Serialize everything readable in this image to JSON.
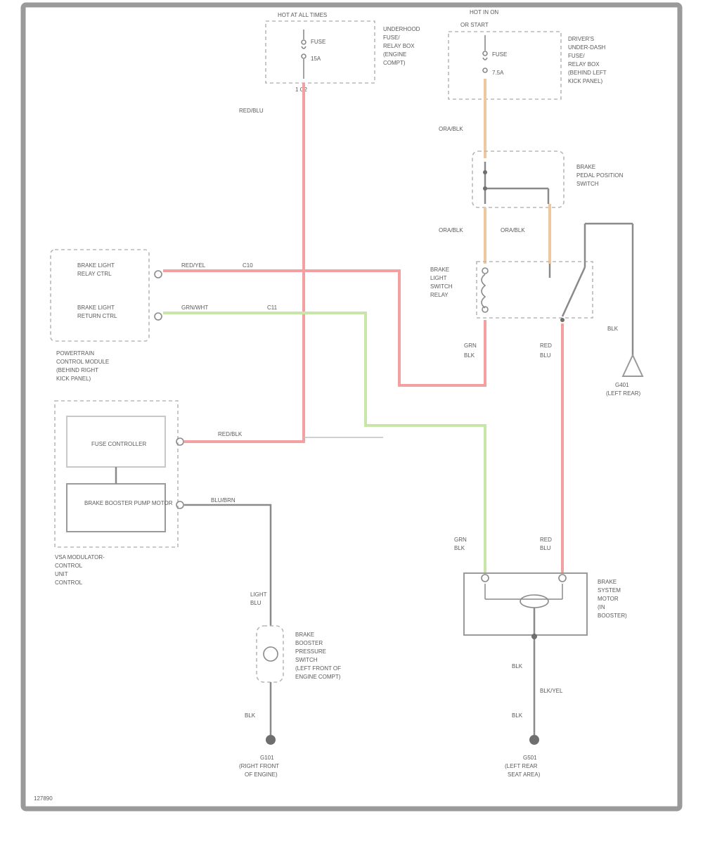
{
  "colors": {
    "frame": "#9a9a9a",
    "wire_red": "#f4a0a0",
    "wire_green": "#c8e6a8",
    "wire_orange": "#f0c8a0",
    "wire_gray": "#8a8a8a",
    "text": "#5a5a5a"
  },
  "labels": {
    "fuse_top_left_header": "HOT AT ALL TIMES",
    "fuse_top_left_fuse": "FUSE",
    "fuse_top_left_amp": "15A",
    "fuse_top_left_desc": [
      "UNDERHOOD",
      "FUSE/",
      "RELAY BOX",
      "(ENGINE",
      "COMPT)"
    ],
    "fuse_top_left_pin": "1 C2",
    "fuse_top_right_header": "HOT IN ON",
    "fuse_top_right_sub": "OR START",
    "fuse_top_right_fuse": "FUSE",
    "fuse_top_right_amp": "7.5A",
    "fuse_top_right_desc": [
      "DRIVER'S",
      "UNDER-DASH",
      "FUSE/",
      "RELAY BOX",
      "(BEHIND LEFT",
      "KICK PANEL)"
    ],
    "wire_red_top": "RED/BLU",
    "wire_ora_1": "ORA/BLK",
    "switch_desc": [
      "BRAKE",
      "PEDAL POSITION",
      "SWITCH"
    ],
    "wire_ora_2": "ORA/BLK",
    "wire_ora_3": "ORA/BLK",
    "relay_desc": [
      "BRAKE",
      "LIGHT",
      "SWITCH",
      "RELAY"
    ],
    "relay_pin_left": [
      "GRN",
      "BLK"
    ],
    "relay_pin_right": [
      "RED",
      "BLU"
    ],
    "ground_right_wire": "BLK",
    "ground_right_desc": [
      "G401",
      "(LEFT REAR)"
    ],
    "pcm_inputs": [
      "BRAKE LIGHT",
      "RELAY CTRL",
      "BRAKE LIGHT",
      "RETURN CTRL"
    ],
    "pcm_wire1": "RED/YEL",
    "pcm_wire1_pin": "C10",
    "pcm_wire2": "GRN/WHT",
    "pcm_wire2_pin": "C11",
    "pcm_desc": [
      "POWERTRAIN",
      "CONTROL MODULE",
      "(BEHIND RIGHT",
      "KICK PANEL)"
    ],
    "abs_fuse_ctrl": "FUSE CONTROLLER",
    "abs_pump": "BRAKE BOOSTER PUMP MOTOR",
    "abs_wire1": "RED/BLK",
    "abs_wire2": "BLU/BRN",
    "abs_desc": [
      "VSA MODULATOR-",
      "CONTROL",
      "UNIT",
      "CONTROL"
    ],
    "bottom_left_wire_top": "LIGHT",
    "bottom_left_wire_top2": "BLU",
    "bottom_left_comp": [
      "BRAKE",
      "BOOSTER",
      "PRESSURE",
      "SWITCH",
      "(LEFT FRONT OF",
      "ENGINE COMPT)"
    ],
    "bottom_left_wire_bottom": "BLK",
    "bottom_left_ground": [
      "G101",
      "(RIGHT FRONT",
      "OF ENGINE)"
    ],
    "motor_wire_left": [
      "GRN",
      "BLK"
    ],
    "motor_wire_right": [
      "RED",
      "BLU"
    ],
    "motor_desc": [
      "BRAKE",
      "SYSTEM",
      "MOTOR",
      "(IN",
      "BOOSTER)"
    ],
    "motor_wire_bottom": "BLK",
    "motor_splice": "BLK/YEL",
    "motor_wire_bottom2": "BLK",
    "bottom_right_ground": [
      "G501",
      "(LEFT REAR",
      "SEAT AREA)"
    ],
    "corner_id": "127890"
  }
}
